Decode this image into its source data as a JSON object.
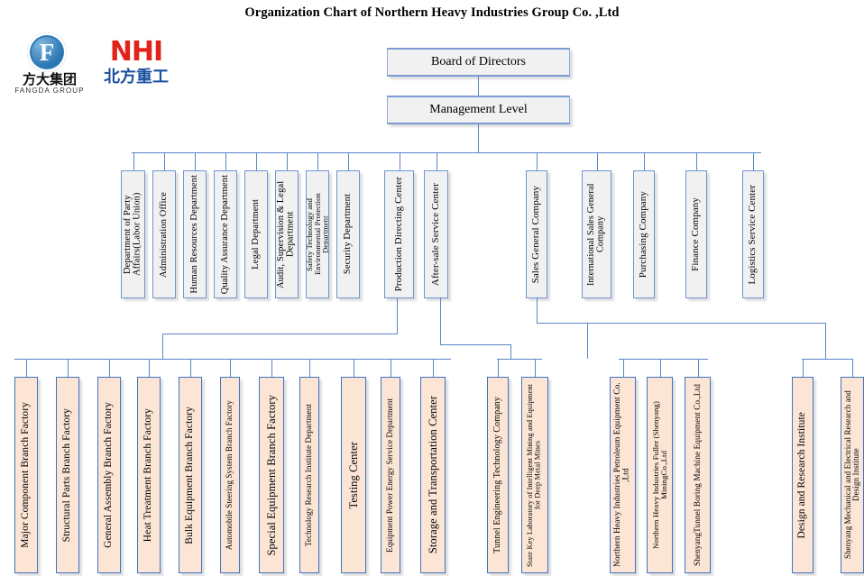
{
  "title": "Organization Chart of Northern Heavy Industries  Group Co. ,Ltd",
  "logos": {
    "fangda": {
      "mark": "F",
      "cn": "方大集团",
      "en": "FANGDA GROUP"
    },
    "nhi": {
      "en": "NHI",
      "cn": "北方重工"
    }
  },
  "colors": {
    "node_fill_gray": "#f1f1f1",
    "node_fill_peach": "#fce5d5",
    "border_blue_light": "#8faadc",
    "border_blue": "#3f73c0",
    "line": "#5b86c4",
    "nhi_red": "#e2231a",
    "nhi_blue": "#1a4fa0"
  },
  "top": {
    "board": "Board of Directors",
    "management": "Management Level"
  },
  "functional_departments": [
    "Department of Party Affairs(Labor Union)",
    "Administration Office",
    "Human Resources Department",
    "Quality Assurance Department",
    "Legal Department",
    "Audit, Supervision & Legal Department",
    "Safety Technology and Environmental Protection Department",
    "Security Department",
    "Production Directing Center",
    "After-sale Service Center"
  ],
  "business_units": [
    "Sales General Company",
    "International Sales General Company",
    "Purchasing Company",
    "Finance Company",
    "Logistics Service Center"
  ],
  "production_units": [
    "Major Component Branch Factory",
    "Structural Parts Branch Factory",
    "General Assembly Branch Factory",
    "Heat Treatment Branch Factory",
    "Bulk Equipment Branch Factory",
    "Automobile Steering System Branch Factory",
    "Special Equipment Branch Factory",
    "Technology Research Institute Department",
    "Testing Center",
    "Equipment Power Energy Service Department",
    "Storage and Transportation Center"
  ],
  "subsidiaries_left": [
    "Tunnel Engineering Technology Company",
    "State Key Laboratory of Intelligent Mining and Equipment for Deep Metal Mines"
  ],
  "subsidiaries_mid": [
    "Northern Heavy Industries Petroleum Equipment Co. ,Ltd",
    "Northern Heavy Industries Fuller (Shenyang) MiningCo.,Ltd",
    "ShenyangTunnel Boring Machine Equipment Co.,Ltd"
  ],
  "research_institutes": [
    "Design and Research Institute",
    "Shenyang Mechanical and Electrical Research and Design Institute"
  ]
}
